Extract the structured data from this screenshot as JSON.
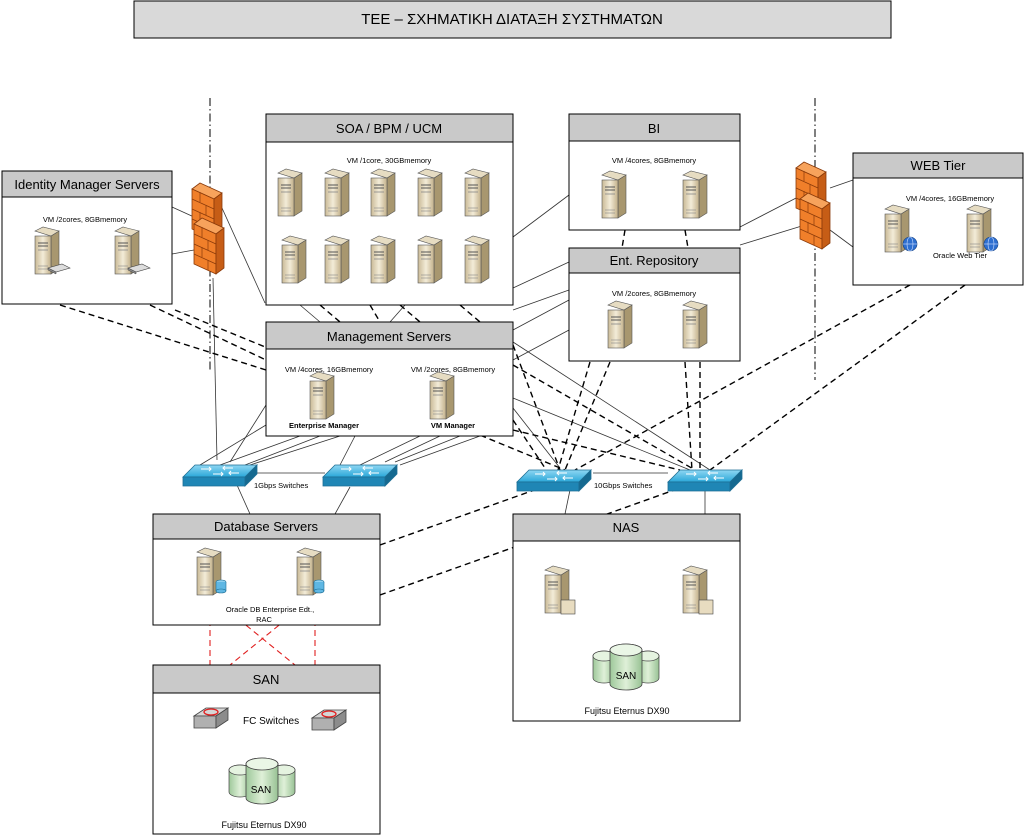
{
  "title": "ΤΕΕ – ΣΧΗΜΑΤΙΚΗ ΔΙΑΤΑΞΗ ΣΥΣΤΗΜΑΤΩΝ",
  "boxes": {
    "identity": {
      "title": "Identity Manager Servers",
      "spec": "VM /2cores, 8GBmemory"
    },
    "soa": {
      "title": "SOA / BPM / UCM",
      "spec": "VM /1core, 30GBmemory"
    },
    "bi": {
      "title": "BI",
      "spec": "VM /4cores, 8GBmemory"
    },
    "web": {
      "title": "WEB Tier",
      "spec": "VM /4cores, 16GBmemory",
      "label": "Oracle Web Tier"
    },
    "repo": {
      "title": "Ent. Repository",
      "spec": "VM /2cores, 8GBmemory"
    },
    "mgmt": {
      "title": "Management Servers",
      "spec_left": "VM /4cores, 16GBmemory",
      "spec_right": "VM /2cores, 8GBmemory",
      "label_left": "Enterprise Manager",
      "label_right": "VM Manager"
    },
    "db": {
      "title": "Database Servers",
      "label_line1": "Oracle DB Enterprise Edt.,",
      "label_line2": "RAC"
    },
    "nas": {
      "title": "NAS",
      "storage_label": "Fujitsu Eternus DX90"
    },
    "san": {
      "title": "SAN",
      "switch_label": "FC Switches",
      "storage_label": "Fujitsu Eternus DX90"
    }
  },
  "switch_labels": {
    "gbps1": "1Gbps Switches",
    "gbps10": "10Gbps Switches"
  },
  "san_icon_text": "SAN",
  "colors": {
    "header": "#c9c9c9",
    "switch": "#2aa7d8",
    "firewall": "#f07f2a",
    "fc_line": "#e02020"
  }
}
